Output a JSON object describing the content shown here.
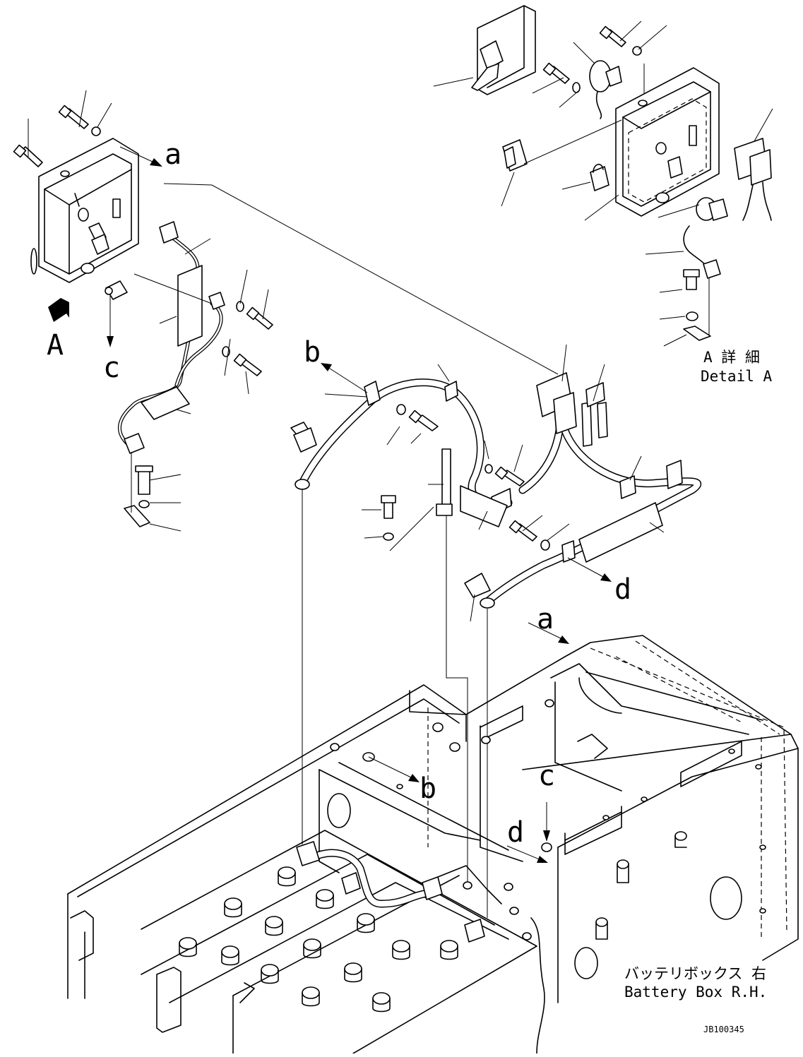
{
  "view_labels": {
    "a_top": "a",
    "a_lower": "a",
    "b_left": "b",
    "b_lower": "b",
    "c_left": "c",
    "c_lower": "c",
    "d_right": "d",
    "d_lower": "d",
    "view_A": "A"
  },
  "detail_caption": {
    "japanese": "A 詳 細",
    "english": "Detail A"
  },
  "battery_caption": {
    "japanese": "バッテリボックス 右",
    "english": "Battery Box R.H."
  },
  "drawing_number": "JB100345"
}
